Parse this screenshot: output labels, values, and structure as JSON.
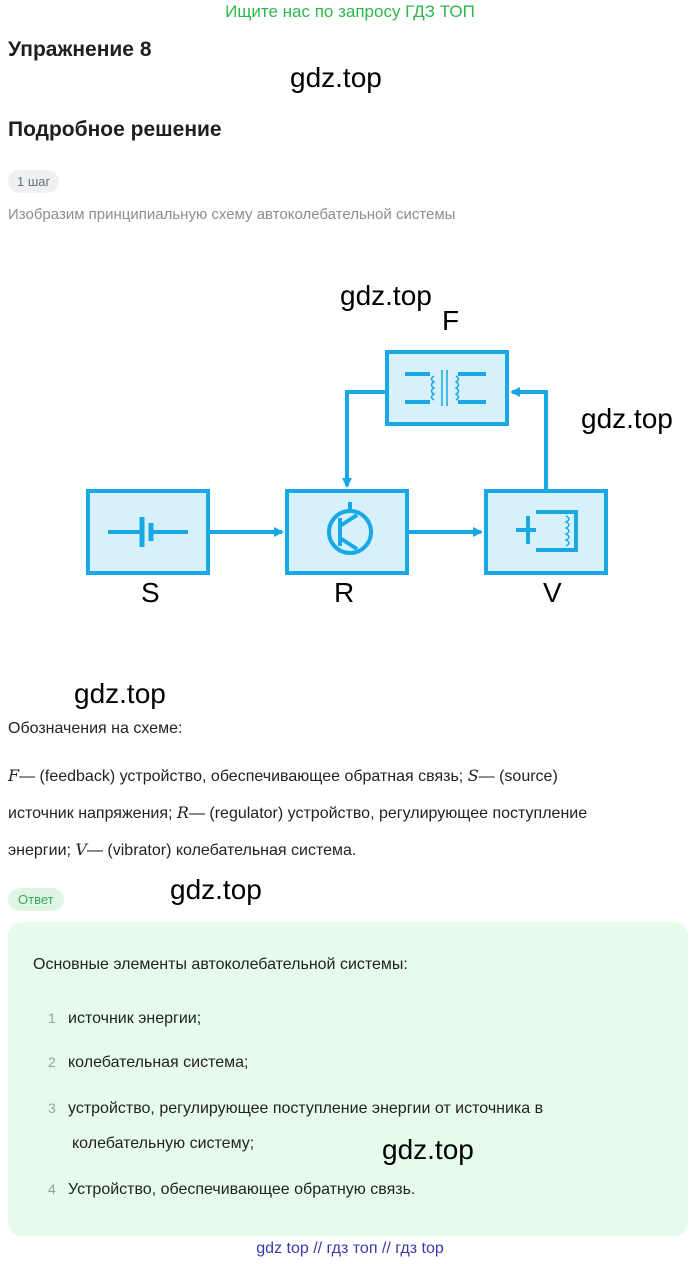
{
  "banner": "Ищите нас по запросу ГДЗ ТОП",
  "exercise_title": "Упражнение 8",
  "watermark": "gdz.top",
  "section_title": "Подробное решение",
  "step_badge": "1 шаг",
  "step_description": "Изобразим принципиальную схему автоколебательной системы",
  "diagram": {
    "label_F": "F",
    "label_S": "S",
    "label_R": "R",
    "label_V": "V",
    "color_stroke": "#19a8e6",
    "color_fill": "#d6f1fb"
  },
  "legend": {
    "title": "Обозначения на схеме:",
    "F_sym": "F",
    "F_text": "— (feedback) устройство, обеспечивающее обратная связь;",
    "S_sym": "S",
    "S_text": "— (source)",
    "S_text2": "источник напряжения;",
    "R_sym": "R",
    "R_text": "— (regulator) устройство, регулирующее поступление",
    "R_text2": "энергии;",
    "V_sym": "V",
    "V_text": "— (vibrator) колебательная система."
  },
  "answer": {
    "badge": "Ответ",
    "intro": "Основные элементы автоколебательной системы:",
    "items": [
      {
        "num": "1",
        "text": "источник энергии;"
      },
      {
        "num": "2",
        "text": "колебательная система;"
      },
      {
        "num": "3",
        "text": "устройство, регулирующее поступление энергии от источника в",
        "cont": "колебательную систему;"
      },
      {
        "num": "4",
        "text": "Устройство, обеспечивающее обратную связь."
      }
    ]
  },
  "footer": "gdz top  //  гдз топ  //  гдз top"
}
